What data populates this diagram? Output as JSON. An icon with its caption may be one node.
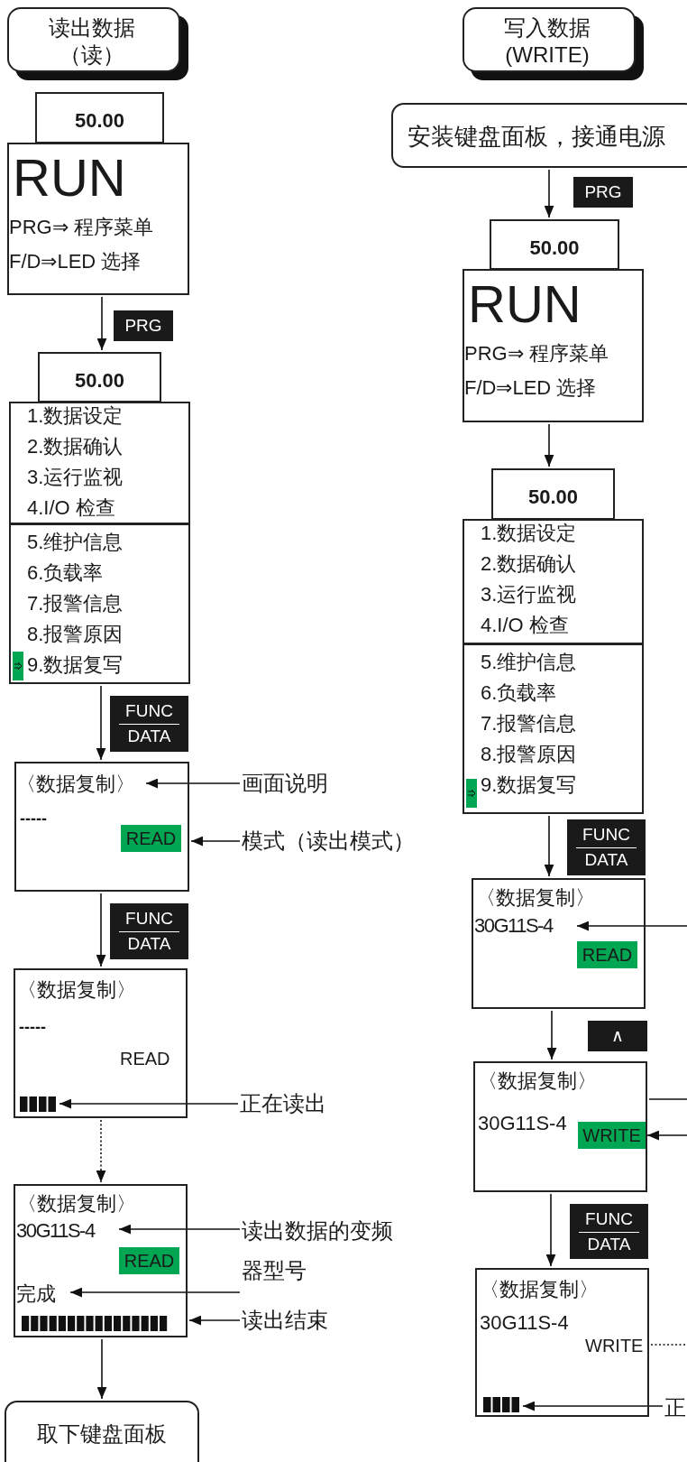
{
  "diagram": {
    "nodes": [
      {
        "text": [
          "读出数据",
          "（读）"
        ]
      },
      {
        "text": [
          "50.00"
        ]
      },
      {
        "text": [
          "RUN",
          "PRG⇒ 程序菜单",
          "F/D⇒LED 选择"
        ]
      },
      {
        "text": [
          "50.00"
        ]
      },
      {
        "text": [
          "1.数据设定",
          "2.数据确认",
          "3.运行监视",
          "4.I/O 检查"
        ]
      },
      {
        "text": [
          "5.维护信息",
          "6.负载率",
          "7.报警信息",
          "8.报警原因",
          "9.数据复写"
        ]
      },
      {
        "text": [
          "-----"
        ]
      },
      {
        "text": [
          "〈数据复制〉"
        ],
        "in": 6
      },
      {
        "text": [
          "画面说明"
        ]
      },
      {
        "text": [
          "模式（读出模式）"
        ]
      },
      {
        "text": [
          "〈数据复制〉",
          "-----",
          "READ"
        ]
      },
      {
        "text": [],
        "shape": "bar",
        "in": 10
      },
      {
        "text": [
          "正在读出"
        ]
      },
      {
        "text": [
          "〈数据复制〉"
        ]
      },
      {
        "text": [
          "30G11S-4"
        ],
        "in": 13
      },
      {
        "text": [
          "完成"
        ],
        "in": 13
      },
      {
        "text": [
          "读出数据的变频器型号"
        ]
      },
      {
        "text": [
          "读出结束"
        ]
      },
      {
        "text": [
          "取下键盘面板"
        ]
      },
      {
        "text": [
          "写入数据",
          "(WRITE)"
        ]
      },
      {
        "text": [
          "安装键盘面板，接通电源"
        ]
      },
      {
        "text": [
          "50.00"
        ]
      },
      {
        "text": [
          "RUN",
          "PRG⇒ 程序菜单",
          "F/D⇒LED 选择"
        ]
      },
      {
        "text": [
          "50.00"
        ]
      },
      {
        "text": [
          "1.数据设定",
          "2.数据确认",
          "3.运行监视",
          "4.I/O 检查"
        ]
      },
      {
        "text": [
          "5.维护信息",
          "6.负载率",
          "7.报警信息",
          "8.报警原因",
          "9.数据复写"
        ]
      },
      {
        "text": [
          "〈数据复制〉"
        ]
      },
      {
        "text": [
          "30G11S-4"
        ],
        "in": 26
      },
      {
        "text": [
          "〈数据复制〉",
          "30G11S-4"
        ]
      },
      {
        "text": [
          "WRITE"
        ],
        "in": 28
      },
      {
        "text": [
          "〈数据复制〉",
          "30G11S-4",
          "WRITE"
        ]
      },
      {
        "text": [],
        "shape": "bar",
        "in": 30
      },
      {
        "text": [
          "正"
        ]
      },
      {
        "text": [
          "READ"
        ],
        "in": 6
      },
      {
        "text": [
          "READ"
        ],
        "in": 13
      },
      {
        "text": [
          "READ"
        ],
        "in": 26
      }
    ],
    "edges": [
      {
        "from": 2,
        "to": 3,
        "arrow": "to",
        "label": "PRG"
      },
      {
        "from": 5,
        "to": 6,
        "arrow": "to",
        "label": "FUNC DATA"
      },
      {
        "from": 8,
        "to": 7,
        "arrow": "to"
      },
      {
        "from": 9,
        "to": 6,
        "arrow": "to"
      },
      {
        "from": 6,
        "to": 10,
        "arrow": "to",
        "label": "FUNC DATA"
      },
      {
        "from": 12,
        "to": 11,
        "arrow": "to"
      },
      {
        "from": 10,
        "to": 13,
        "arrow": "to",
        "style": "dashed"
      },
      {
        "from": 16,
        "to": 14,
        "arrow": "to"
      },
      {
        "from": 16,
        "to": 15,
        "arrow": "to"
      },
      {
        "from": 17,
        "to": 13,
        "arrow": "to"
      },
      {
        "from": 13,
        "to": 18,
        "arrow": "to"
      },
      {
        "from": 20,
        "to": 21,
        "arrow": "to",
        "label": "PRG"
      },
      {
        "from": 22,
        "to": 23,
        "arrow": "to"
      },
      {
        "from": 25,
        "to": 26,
        "arrow": "to",
        "label": "FUNC DATA"
      },
      {
        "from": null,
        "to": 27,
        "arrow": "to"
      },
      {
        "from": 26,
        "to": 28,
        "arrow": "to",
        "label": "∧"
      },
      {
        "from": 28,
        "to": null,
        "arrow": "none"
      },
      {
        "from": null,
        "to": 29,
        "arrow": "to"
      },
      {
        "from": 28,
        "to": 30,
        "arrow": "to",
        "label": "FUNC DATA"
      },
      {
        "from": 30,
        "to": null,
        "arrow": "none",
        "style": "dashed"
      },
      {
        "from": 32,
        "to": 31,
        "arrow": "to"
      }
    ]
  }
}
